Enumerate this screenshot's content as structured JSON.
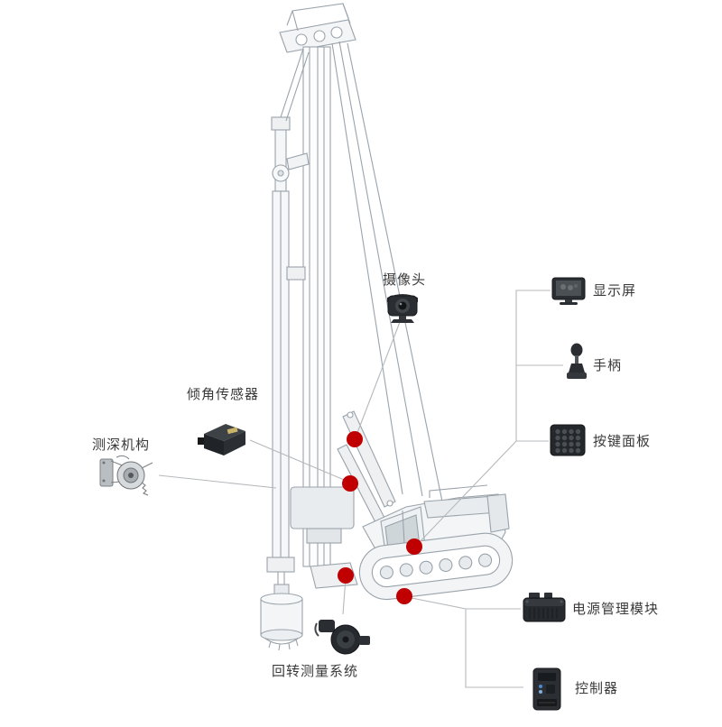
{
  "figure": {
    "marker_color": "#c00000",
    "leader_color": "#b5b9bc",
    "callouts": {
      "camera": {
        "label": "摄像头",
        "icon": "camera-icon"
      },
      "display": {
        "label": "显示屏",
        "icon": "display-icon"
      },
      "joystick": {
        "label": "手柄",
        "icon": "joystick-icon"
      },
      "keypad": {
        "label": "按键面板",
        "icon": "keypad-icon"
      },
      "tilt_sensor": {
        "label": "倾角传感器",
        "icon": "tilt-sensor-icon"
      },
      "depth_mech": {
        "label": "测深机构",
        "icon": "depth-winch-icon"
      },
      "rotary_measure": {
        "label": "回转测量系统",
        "icon": "rotary-encoder-icon"
      },
      "power_module": {
        "label": "电源管理模块",
        "icon": "power-module-icon"
      },
      "controller": {
        "label": "控制器",
        "icon": "controller-icon"
      }
    }
  }
}
